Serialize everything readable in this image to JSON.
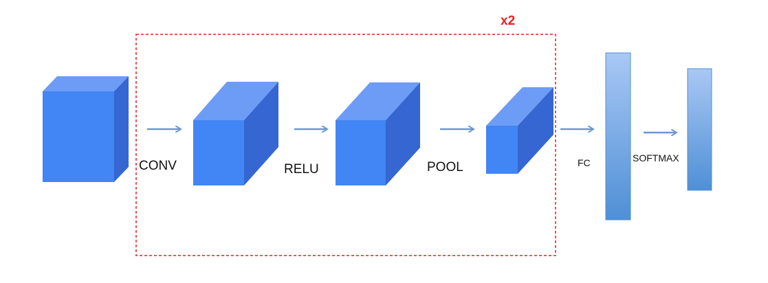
{
  "labels": {
    "conv": "CONV",
    "relu": "RELU",
    "pool": "POOL",
    "fc": "FC",
    "softmax": "SOFTMAX",
    "repeat": "x2"
  },
  "colors": {
    "cube_front": "#4285f4",
    "cube_top": "#6d9cf6",
    "cube_side": "#3566d1",
    "bar_gradient_top": "#a9c8f4",
    "bar_gradient_bottom": "#4f8fd6",
    "arrow": "#6b97cf",
    "repeat_box": "#ee5555",
    "repeat_text": "#e8231e"
  }
}
